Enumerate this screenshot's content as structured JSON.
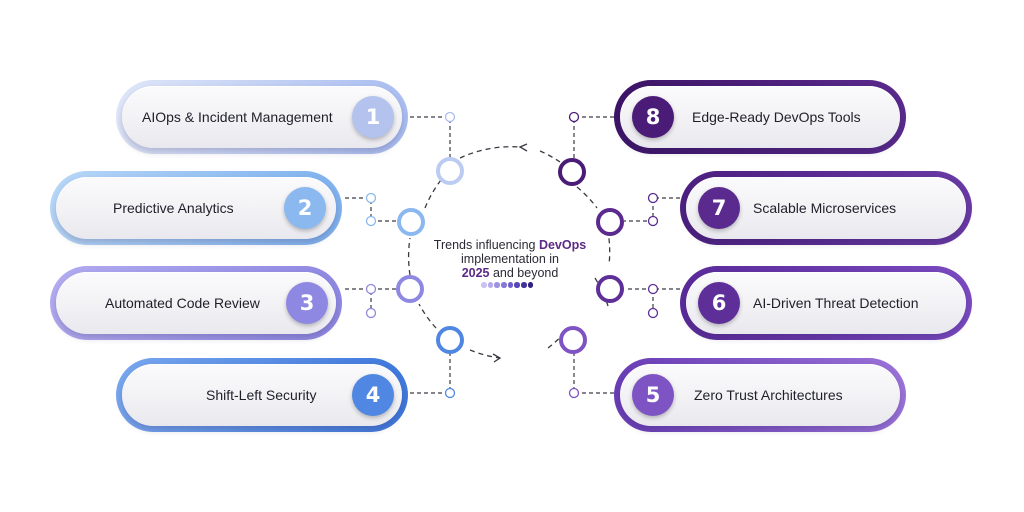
{
  "center": {
    "line1_prefix": "Trends influencing ",
    "line1_highlight": "DevOps",
    "line2": "implementation in",
    "line3_year": "2025",
    "line3_suffix": " and beyond"
  },
  "colors": {
    "item1": "#a9bdf0",
    "item2": "#8ab8ef",
    "item3": "#8f88e2",
    "item4": "#4f87e3",
    "item5": "#7e53c4",
    "item6": "#5e2e99",
    "item7": "#5a2a8e",
    "item8": "#4a1c78",
    "dots": [
      "#c9c2f2",
      "#b4acea",
      "#9d93e1",
      "#8579d6",
      "#6c5fc9",
      "#5646b7",
      "#41319f",
      "#2f2381"
    ]
  },
  "items": [
    {
      "number": "1",
      "label": "AIOps & Incident Management"
    },
    {
      "number": "2",
      "label": "Predictive Analytics"
    },
    {
      "number": "3",
      "label": "Automated Code Review"
    },
    {
      "number": "4",
      "label": "Shift-Left Security"
    },
    {
      "number": "5",
      "label": "Zero Trust Architectures"
    },
    {
      "number": "6",
      "label": "AI-Driven Threat Detection"
    },
    {
      "number": "7",
      "label": "Scalable Microservices"
    },
    {
      "number": "8",
      "label": "Edge-Ready DevOps Tools"
    }
  ]
}
